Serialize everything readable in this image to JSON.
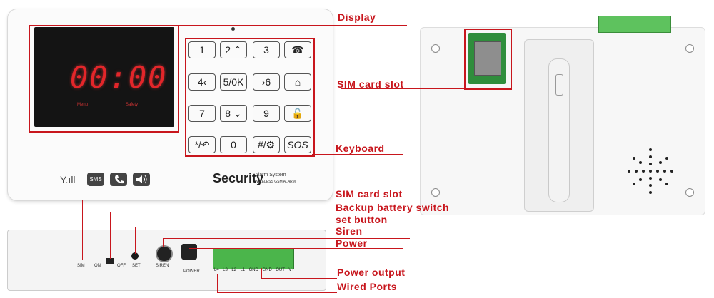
{
  "front_panel": {
    "clock_display": "00:00",
    "display_caption_left": "Menu",
    "display_caption_right": "Safety",
    "keypad": [
      {
        "label": "1"
      },
      {
        "label": "2 ⌃"
      },
      {
        "label": "3"
      },
      {
        "label": "☎"
      },
      {
        "label": "4‹"
      },
      {
        "label": "5/0K"
      },
      {
        "label": "›6"
      },
      {
        "label": "⌂"
      },
      {
        "label": "7"
      },
      {
        "label": "8 ⌄"
      },
      {
        "label": "9"
      },
      {
        "label": "🔓"
      },
      {
        "label": "*/↶"
      },
      {
        "label": "0"
      },
      {
        "label": "#/⚙"
      },
      {
        "label": "SOS"
      }
    ],
    "status_icons": {
      "signal": "Y.ıll",
      "sms": "SMS"
    },
    "brand": "Security",
    "brand_sub": "Alarm System",
    "brand_sub2": "WIRELESS GSM ALARM"
  },
  "labels": {
    "display": "Display",
    "sim_card_slot_front": "SIM card slot",
    "keyboard": "Keyboard",
    "sim_card_slot": "SIM card slot",
    "backup_battery_switch": "Backup battery switch",
    "set_button": "set button",
    "siren": "Siren",
    "power": "Power",
    "power_output": "Power output",
    "wired_ports": "Wired Ports"
  },
  "bottom_view": {
    "sim": "SIM",
    "on": "ON",
    "off": "OFF",
    "set": "SET",
    "siren": "SIREN",
    "power": "POWER",
    "terminals": [
      "L4",
      "L3",
      "L2",
      "L1",
      "GND",
      "GND",
      "OUT",
      "V+"
    ]
  },
  "colors": {
    "callout": "#c8161d",
    "terminal_green": "#4bb54b",
    "display_red": "#e3262a"
  }
}
